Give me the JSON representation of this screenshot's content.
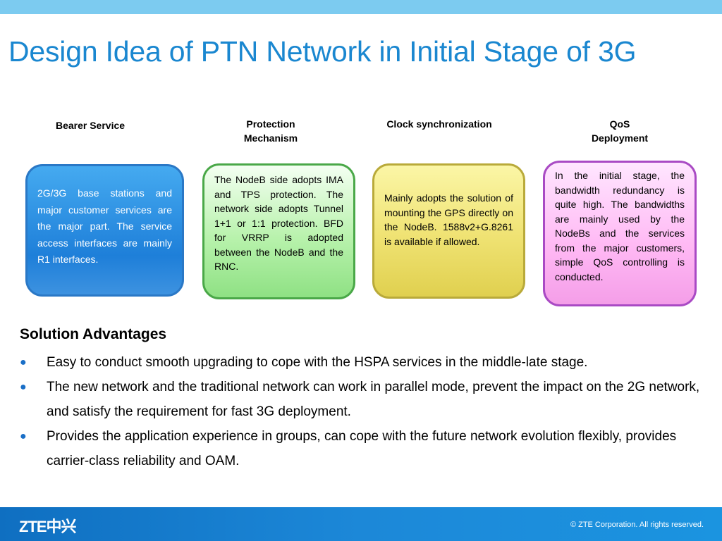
{
  "slide": {
    "title": "Design Idea of PTN Network in Initial Stage of 3G"
  },
  "columns": [
    {
      "heading": "Bearer Service",
      "text": "2G/3G base stations and major customer services are the major part. The service access interfaces are mainly R1 interfaces.",
      "color": "#2585dc"
    },
    {
      "heading": "Protection Mechanism",
      "text": "The NodeB side adopts IMA and TPS protection. The network side adopts Tunnel 1+1 or 1:1 protection. BFD for VRRP is adopted between the NodeB and the RNC.",
      "color": "#b8f2ac"
    },
    {
      "heading": "Clock synchronization",
      "text": "Mainly adopts the solution of mounting the GPS directly on the NodeB. 1588v2+G.8261 is available if allowed.",
      "color": "#efe272"
    },
    {
      "heading": "QoS Deployment",
      "text": "In the initial stage, the bandwidth redundancy is quite high. The bandwidths are mainly used by the NodeBs and the services from the major customers, simple QoS controlling is conducted.",
      "color": "#ffb8f4"
    }
  ],
  "advantages": {
    "title": "Solution Advantages",
    "bullet_icon": "bullet-dot-icon",
    "items": [
      "Easy to conduct smooth upgrading to cope with the HSPA services in the middle-late stage.",
      "The new network and the traditional network can work in parallel mode, prevent the impact on the 2G network, and satisfy the requirement for fast 3G deployment.",
      "Provides the application experience in groups, can cope with the future network evolution flexibly, provides carrier-class reliability and OAM."
    ]
  },
  "footer": {
    "logo": "ZTE中兴",
    "copyright": "© ZTE Corporation. All rights reserved."
  }
}
